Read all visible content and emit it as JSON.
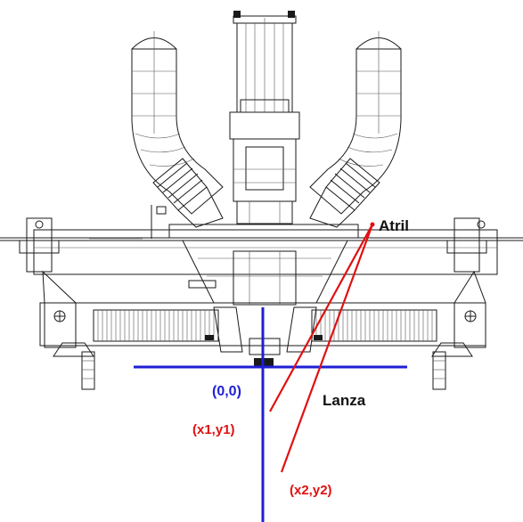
{
  "labels": {
    "atril": "Atril",
    "lanza": "Lanza",
    "origin": "(0,0)",
    "point1": "(x1,y1)",
    "point2": "(x2,y2)"
  },
  "colors": {
    "axis": "#1f1fd6",
    "lance": "#e01010",
    "drawing": "#1a1a1a",
    "origin_label": "#1f1fd6",
    "point_label": "#e01010"
  }
}
